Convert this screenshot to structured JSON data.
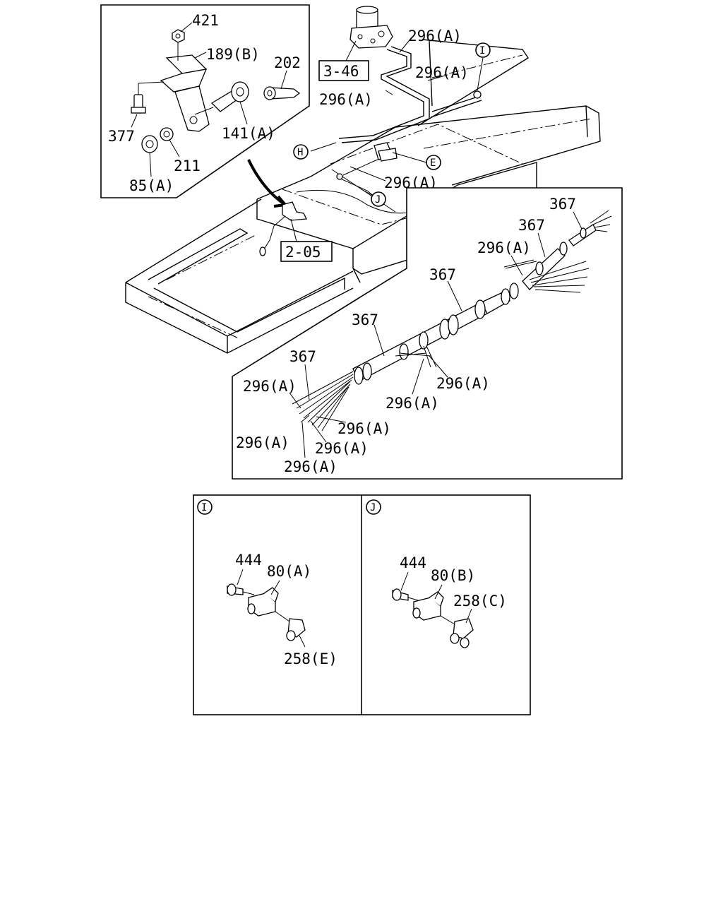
{
  "parts": {
    "p421": "421",
    "p189b": "189(B)",
    "p202": "202",
    "p377": "377",
    "p141a": "141(A)",
    "p211": "211",
    "p85a": "85(A)",
    "p296a": "296(A)",
    "p367": "367",
    "p444": "444",
    "p80a": "80(A)",
    "p80b": "80(B)",
    "p258e": "258(E)",
    "p258c": "258(C)"
  },
  "refs": {
    "r346": "3-46",
    "r205": "2-05"
  },
  "callouts": {
    "H": "H",
    "E": "E",
    "I": "I",
    "J": "J"
  }
}
